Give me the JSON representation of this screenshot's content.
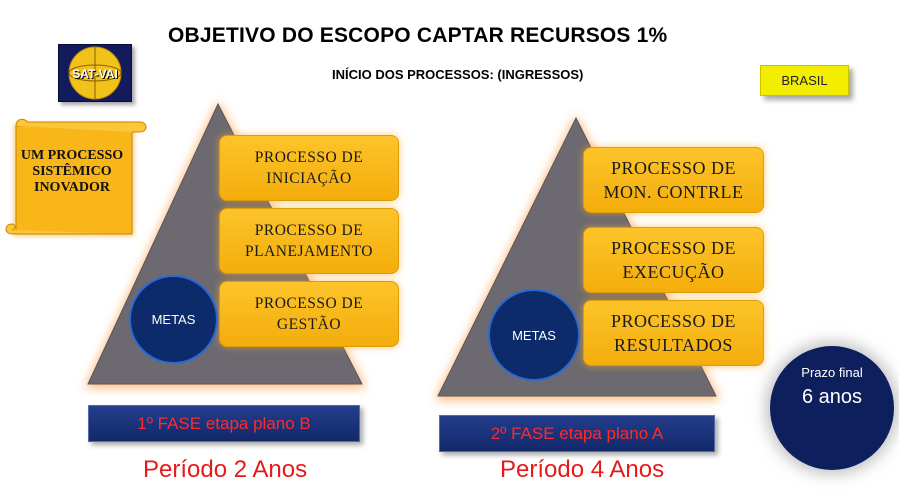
{
  "title": "OBJETIVO DO ESCOPO CAPTAR RECURSOS 1%",
  "subtitle": "INÍCIO DOS PROCESSOS: (INGRESSOS)",
  "logo": {
    "text": "SAT-VAI"
  },
  "country_badge": "BRASIL",
  "scroll": {
    "text": "UM PROCESSO SISTÊMICO INOVADOR"
  },
  "phase1": {
    "processes": [
      "PROCESSO DE\nINICIAÇÃO",
      "PROCESSO DE\nPLANEJAMENTO",
      "PROCESSO DE\nGESTÃO"
    ],
    "metas": "METAS",
    "banner": "1º FASE etapa plano B",
    "period": "Período 2 Anos"
  },
  "phase2": {
    "processes": [
      "PROCESSO DE\nMON. CONTRLE",
      "PROCESSO DE\nEXECUÇÃO",
      "PROCESSO DE\nRESULTADOS"
    ],
    "metas": "METAS",
    "banner": "2º FASE etapa plano A",
    "period": "Período 4 Anos"
  },
  "deadline": {
    "label": "Prazo final",
    "value": "6 anos"
  },
  "colors": {
    "pyramid": "#6c6a70",
    "process_box": "#f9b81c",
    "metas_circle": "#0d2a6a",
    "banner": "#1a3278",
    "banner_text": "#ff2a2a",
    "period_text": "#e61a1a",
    "badge": "#f3ee00"
  }
}
